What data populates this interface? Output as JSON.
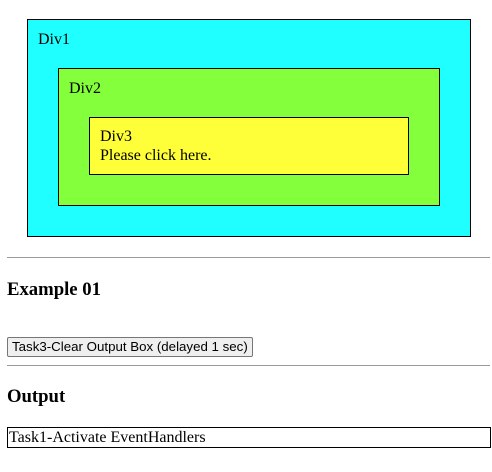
{
  "colors": {
    "div1_background": "#1fffff",
    "div2_background": "#84ff3b",
    "div3_background": "#ffff39",
    "border": "#000000",
    "separator": "#9a9a9a"
  },
  "div1": {
    "label": "Div1"
  },
  "div2": {
    "label": "Div2"
  },
  "div3": {
    "label": "Div3",
    "instruction": "Please click here."
  },
  "example": {
    "heading": "Example 01",
    "clear_button_label": "Task3-Clear Output Box (delayed 1 sec)"
  },
  "output": {
    "heading": "Output",
    "text": "Task1-Activate EventHandlers"
  }
}
